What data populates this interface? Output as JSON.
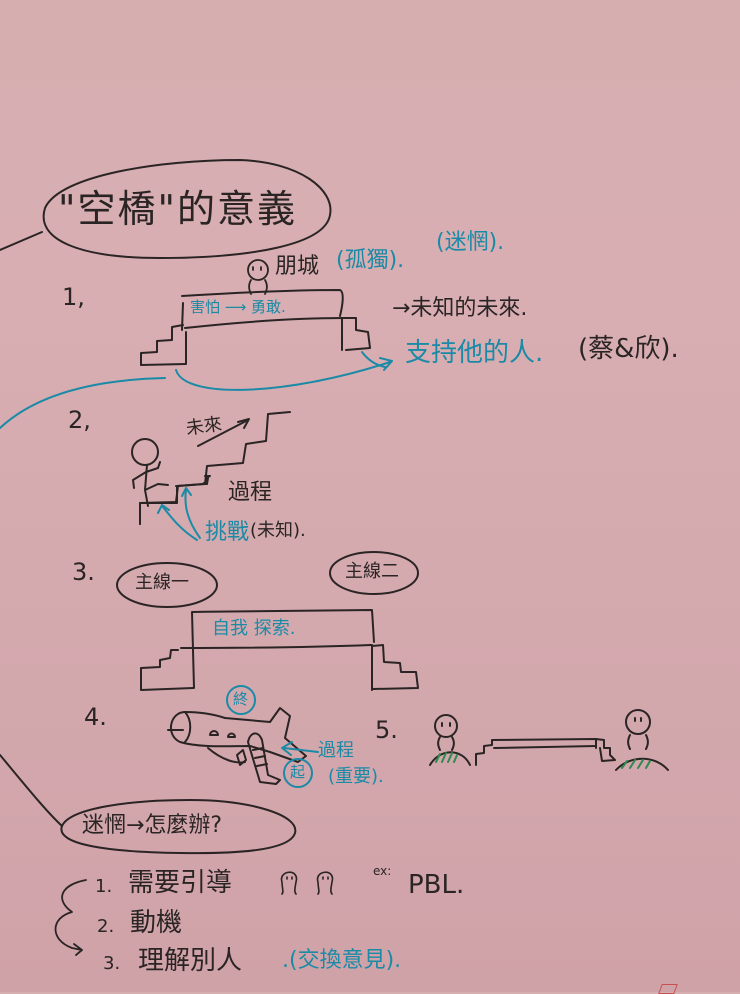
{
  "title": "\"空橋\"的意義",
  "colors": {
    "background": "#d6aeb0",
    "ink_black": "#2a2424",
    "ink_blue": "#1a8aa6",
    "ink_green": "#2e8a4e",
    "stamp_red": "#c85050"
  },
  "section1": {
    "number": "1,",
    "person_label": "朋城",
    "person_note": "(孤獨).",
    "person_note2": "(迷惘).",
    "bridge_text": "害怕 ⟶ 勇敢.",
    "right_note": "→未知的未來.",
    "support_text": "支持他的人.",
    "support_names": "(蔡&欣)."
  },
  "section2": {
    "number": "2,",
    "future_label": "未來",
    "process_label": "過程",
    "challenge_label": "挑戰",
    "challenge_note": "(未知)."
  },
  "section3": {
    "number": "3.",
    "mainline1": "主線一",
    "mainline2": "主線二",
    "bridge_text": "自我 探索."
  },
  "section4": {
    "number": "4.",
    "end_label": "終",
    "start_label": "起",
    "process_label": "過程",
    "important_note": "(重要)."
  },
  "section5": {
    "number": "5."
  },
  "confusion": {
    "heading": "迷惘→怎麼辦?",
    "items": [
      {
        "num": "1.",
        "text": "需要引導",
        "note_prefix": "ex:",
        "note": "PBL."
      },
      {
        "num": "2.",
        "text": "動機"
      },
      {
        "num": "3.",
        "text": "理解別人",
        "note": ".(交換意見)."
      }
    ]
  }
}
